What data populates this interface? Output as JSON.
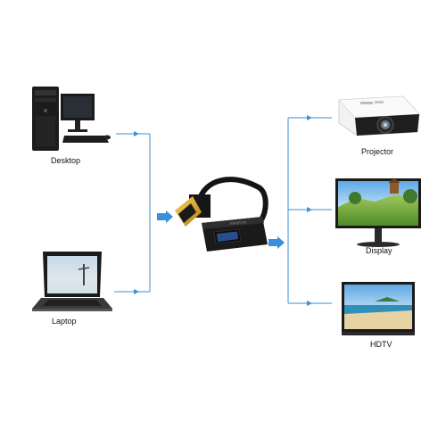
{
  "labels": {
    "desktop": "Desktop",
    "laptop": "Laptop",
    "projector": "Projector",
    "display": "Display",
    "hdtv": "HDTV"
  },
  "colors": {
    "connector": "#3a8fd8",
    "background": "#ffffff",
    "adapter_body": "#1a1a1a",
    "gold_plug": "#d9a935"
  }
}
